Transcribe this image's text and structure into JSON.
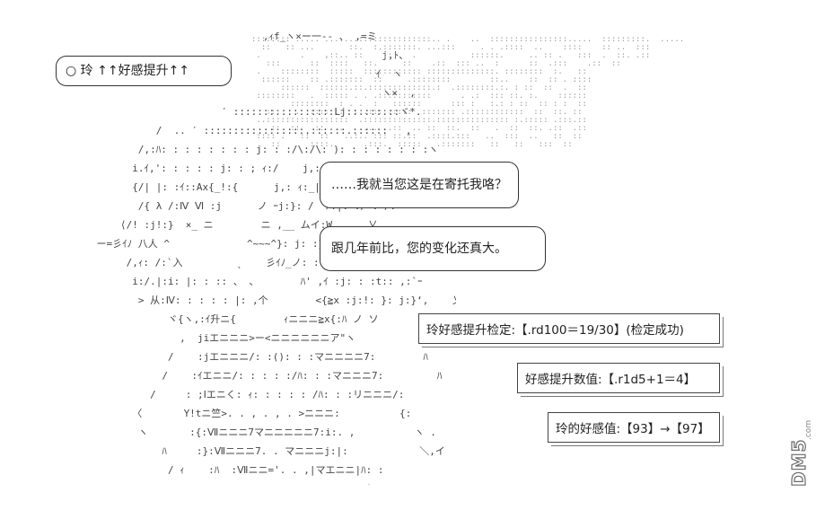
{
  "bubbles": {
    "name_tag": "○ 玲 ↑↑好感提升↑↑",
    "speech_1": "……我就当您这是在寄托我咯？",
    "speech_2": "跟几年前比，您的变化还真大。"
  },
  "dice_boxes": {
    "check": "玲好感提升检定:【.rd100＝19/30】(检定成功)",
    "increase": "好感提升数值:【.r1d5+1＝4】",
    "value": "玲的好感值:【93】→【97】"
  },
  "watermark": {
    "logo": "DM5",
    "suffix": ".com"
  }
}
